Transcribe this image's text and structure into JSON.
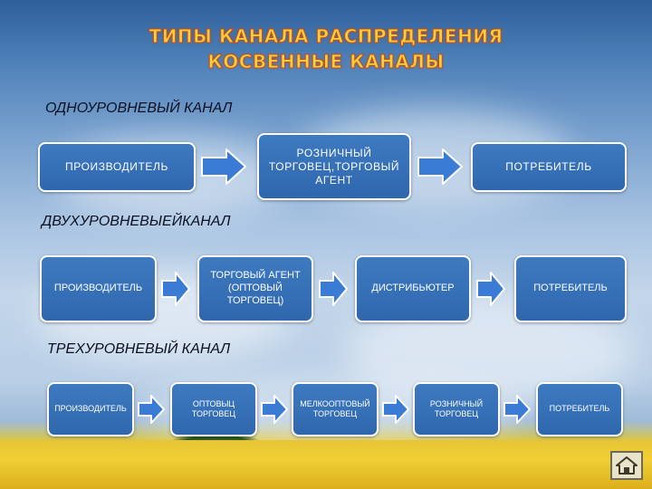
{
  "title": {
    "line1": "ТИПЫ КАНАЛА РАСПРЕДЕЛЕНИЯ",
    "line2": "КОСВЕННЫЕ КАНАЛЫ"
  },
  "rows": [
    {
      "label": "ОДНОУРОВНЕВЫЙ КАНАЛ",
      "boxes": [
        "ПРОИЗВОДИТЕЛЬ",
        "РОЗНИЧНЫЙ ТОРГОВЕЦ,ТОРГОВЫЙ АГЕНТ",
        "ПОТРЕБИТЕЛЬ"
      ]
    },
    {
      "label": "ДВУХУРОВНЕВЫЕЙКАНАЛ",
      "boxes": [
        "ПРОИЗВОДИТЕЛЬ",
        "ТОРГОВЫЙ АГЕНТ (ОПТОВЫЙ ТОРГОВЕЦ)",
        "ДИСТРИБЬЮТЕР",
        "ПОТРЕБИТЕЛЬ"
      ]
    },
    {
      "label": "ТРЕХУРОВНЕВЫЙ КАНАЛ",
      "boxes": [
        "ПРОИЗВОДИТЕЛЬ",
        "ОПТОВЫЦ ТОРГОВЕЦ",
        "МЕЛКООПТОВЫЙ ТОРГОВЕЦ",
        "РОЗНИЧНЫЙ ТОРГОВЕЦ",
        "ПОТРЕБИТЕЛЬ"
      ]
    }
  ],
  "icons": {
    "arrow": "right-arrow-icon",
    "home": "home-icon"
  },
  "colors": {
    "box_fill": "#2f67ad",
    "box_border": "#ffffff",
    "arrow_fill": "#3a7bd5",
    "title_fill": "#ffcf3a",
    "title_outline": "#c1511c"
  }
}
